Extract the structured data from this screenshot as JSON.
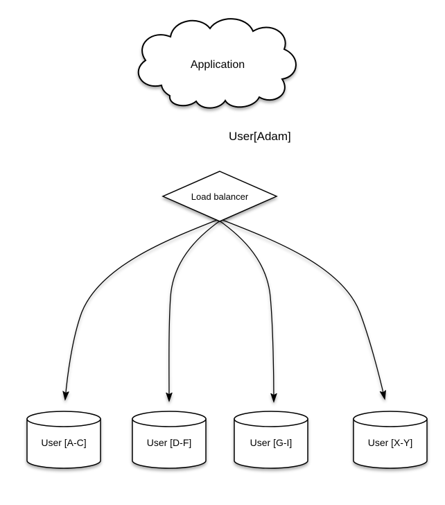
{
  "diagram": {
    "type": "architecture-diagram",
    "colors": {
      "stroke": "#000000",
      "shape_fill": "#ffffff",
      "background": "#ffffff",
      "text": "#000000",
      "shadow": "#999999"
    },
    "nodes": {
      "application": {
        "label": "Application",
        "shape": "cloud"
      },
      "load_balancer": {
        "label": "Load balancer",
        "shape": "diamond"
      },
      "shards": [
        {
          "label": "User [A-C]",
          "shape": "cylinder"
        },
        {
          "label": "User [D-F]",
          "shape": "cylinder"
        },
        {
          "label": "User [G-I]",
          "shape": "cylinder"
        },
        {
          "label": "User [X-Y]",
          "shape": "cylinder"
        }
      ]
    },
    "edges": [
      {
        "from": "Application",
        "to": "Load balancer",
        "label": "User[Adam]",
        "style": "straight-arrow"
      },
      {
        "from": "Load balancer",
        "to": "User [A-C]",
        "label": "",
        "style": "curved-arrow"
      },
      {
        "from": "Load balancer",
        "to": "User [D-F]",
        "label": "",
        "style": "curved-arrow"
      },
      {
        "from": "Load balancer",
        "to": "User [G-I]",
        "label": "",
        "style": "curved-arrow"
      },
      {
        "from": "Load balancer",
        "to": "User [X-Y]",
        "label": "",
        "style": "curved-arrow"
      }
    ]
  }
}
